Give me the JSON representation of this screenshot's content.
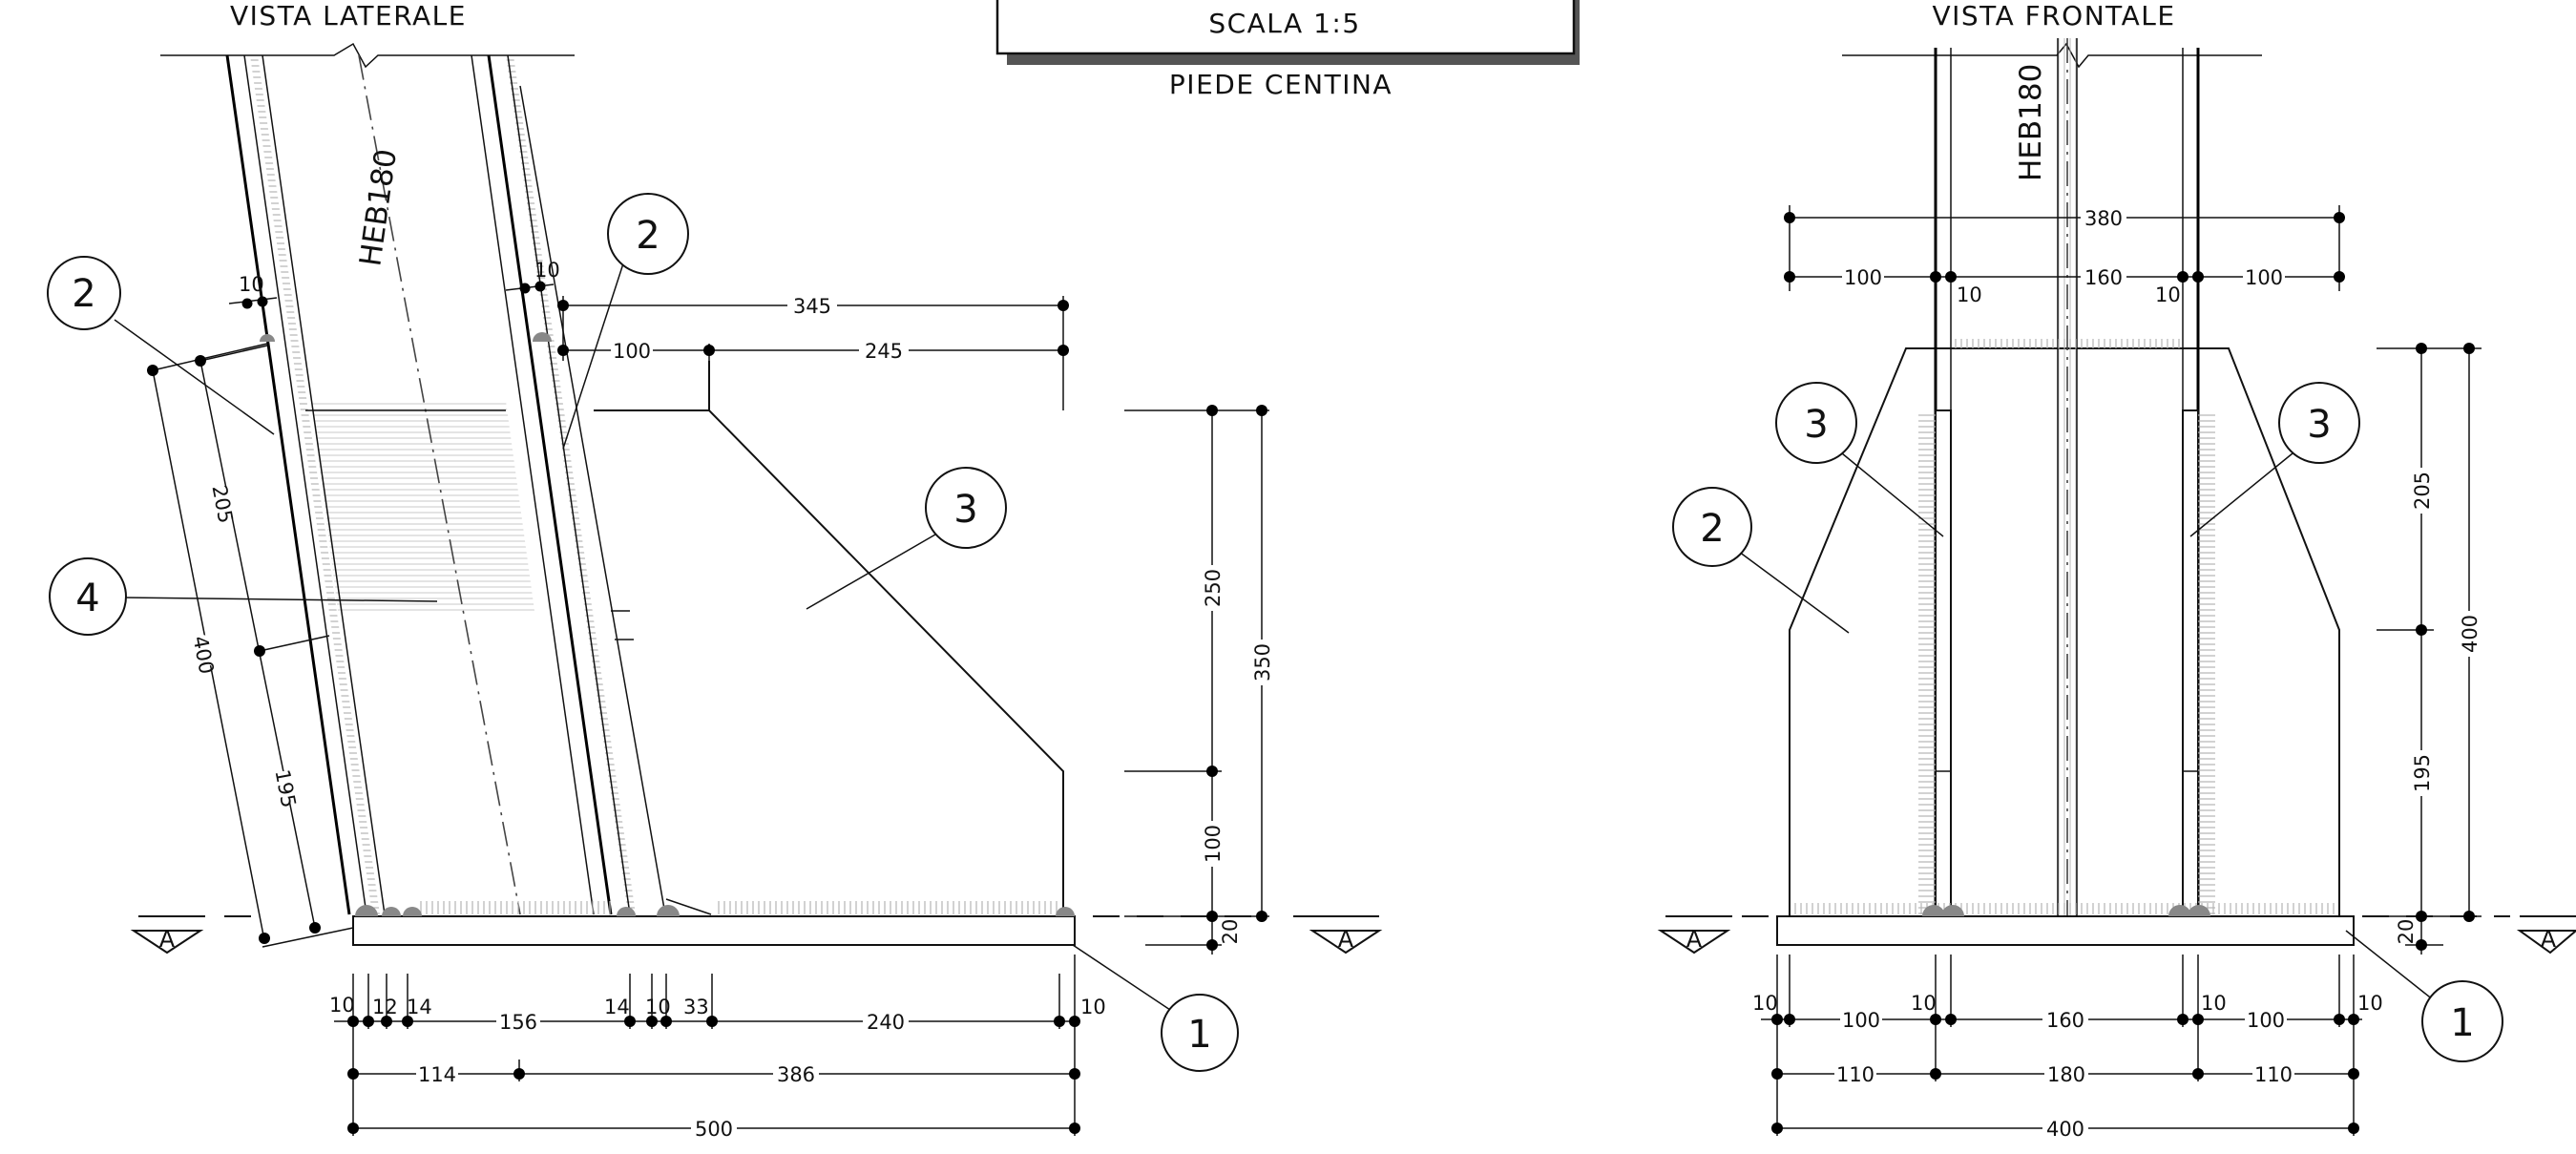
{
  "views": {
    "lateral_title": "VISTA LATERALE",
    "frontal_title": "VISTA FRONTALE"
  },
  "title_block": {
    "scale": "SCALA 1:5",
    "name": "PIEDE CENTINA"
  },
  "profile_label": "HEB180",
  "section_marker": "A",
  "lateral": {
    "top_dims": [
      "10",
      "10",
      "345",
      "100",
      "245"
    ],
    "left_dims": [
      "205",
      "400",
      "195"
    ],
    "right_dims": [
      "250",
      "350",
      "100",
      "20"
    ],
    "bottom_row1": [
      "10",
      "12",
      "14",
      "156",
      "14",
      "10",
      "33",
      "240",
      "10"
    ],
    "bottom_row2": [
      "114",
      "386"
    ],
    "bottom_row3": "500",
    "bubbles": [
      "2",
      "2",
      "4",
      "3",
      "1"
    ]
  },
  "frontal": {
    "top_dims": [
      "380",
      "100",
      "10",
      "160",
      "10",
      "100"
    ],
    "right_dims": [
      "205",
      "195",
      "400",
      "20"
    ],
    "bottom_row1": [
      "10",
      "100",
      "10",
      "160",
      "10",
      "100",
      "10"
    ],
    "bottom_row2": [
      "110",
      "180",
      "110"
    ],
    "bottom_row3": "400",
    "bubbles": [
      "3",
      "3",
      "2",
      "1"
    ]
  }
}
